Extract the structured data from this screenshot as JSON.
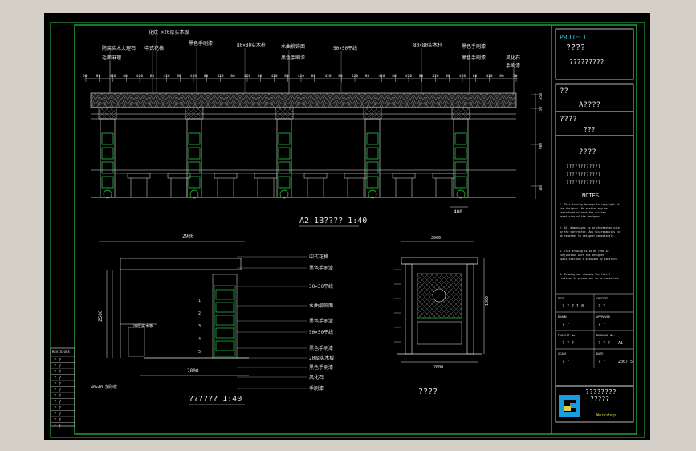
{
  "titles": {
    "main": "A2 1B???? 1:40",
    "section": "?????? 1:40",
    "side": "????"
  },
  "callouts_top": [
    {
      "text": "花纹 ×20厚实木板"
    },
    {
      "text": "防腐实木大理石"
    },
    {
      "text": "毛面麻理"
    },
    {
      "text": "中式花格"
    },
    {
      "text": "黑色手刷漆"
    },
    {
      "text": "80×80实木柱"
    },
    {
      "text": "水曲柳饰面"
    },
    {
      "text": "黑色手刷漆"
    },
    {
      "text": "50×50平线"
    },
    {
      "text": "80×80实木柱"
    },
    {
      "text": "黑色手刷漆"
    },
    {
      "text": "黑色手刷漆"
    },
    {
      "text": "风化石"
    },
    {
      "text": "手刷漆"
    }
  ],
  "dim_top": [
    "50",
    "80",
    "420",
    "80",
    "420",
    "80",
    "420",
    "80",
    "420",
    "80",
    "420",
    "80",
    "420",
    "80",
    "420",
    "80",
    "420",
    "80",
    "420",
    "80",
    "420",
    "80",
    "420",
    "80",
    "420",
    "80",
    "420",
    "80",
    "420",
    "80",
    "420",
    "80",
    "50"
  ],
  "dim_right": [
    "350",
    "150",
    "900",
    "360"
  ],
  "dim_bottom": "400",
  "section_labels": [
    "中式花格",
    "黑色手刷漆",
    "30×30平线",
    "水曲柳饰面",
    "黑色手刷漆",
    "50×50平线",
    "黑色手刷漆",
    "20厚实木板",
    "黑色手刷漆",
    "风化石",
    "手刷漆"
  ],
  "section_misc": {
    "top_dim": "2900",
    "bottom_dim": "2800",
    "left_dim": "2500",
    "mid_label": "20厚实木板",
    "bottom_label": "40×40 加砂浆"
  },
  "side_dims": {
    "top": "2000",
    "bottom": "2000",
    "right": "1800"
  },
  "panel": {
    "project": "PROJECT",
    "project_value": "????",
    "project_sub": "?????????",
    "client": "??",
    "client_value": "A????",
    "drawing": "????",
    "drawing_value": "???",
    "notes_head": "????",
    "notes_q1": "????????????",
    "notes_q2": "????????????",
    "notes_q3": "????????????",
    "notes_title": "NOTES",
    "notes": [
      "1. This drawing belongs to copyright of the designer. No portion may be reproduced without the written permission of the designer.",
      "2. All dimensions to be checked on site by the contractor. Any discrepancies to be reported to designer immediately.",
      "3. This drawing is to be read in conjunction with the designer specifications & provided by contract.",
      "4. Drawing not showing the latest revision to please see to be consulted."
    ],
    "rows": [
      {
        "k": "DATE",
        "k2": "CHECKED",
        "v": "? ? ?.1.8",
        "v2": "? ?"
      },
      {
        "k": "DRAWN",
        "k2": "APPROVED",
        "v": "? ?",
        "v2": "? ?"
      },
      {
        "k": "PROJECT No.",
        "k2": "DRAWING No.",
        "v": "? ? ?",
        "v2": "? ? ?",
        "v3": "A1"
      },
      {
        "k": "SCALE",
        "k2": "DATE",
        "v": "? ?",
        "v2": "? ?",
        "v3": "2007.5"
      }
    ],
    "logo_text": "????????",
    "logo_sub": "?????",
    "logo_brand": "Workshop"
  },
  "revision": {
    "header": "REVISIONS",
    "rows": [
      "? ?",
      "? ?",
      "? ?",
      "? ?",
      "? ?",
      "? ?",
      "? ?",
      "? ?",
      "? ?",
      "? ?",
      "? ?",
      "? ?"
    ]
  },
  "colors": {
    "bg": "#000000",
    "green": "#2ac54a",
    "white": "#e8e8e8",
    "cyan": "#34c8e0",
    "yellow": "#e0d040"
  }
}
